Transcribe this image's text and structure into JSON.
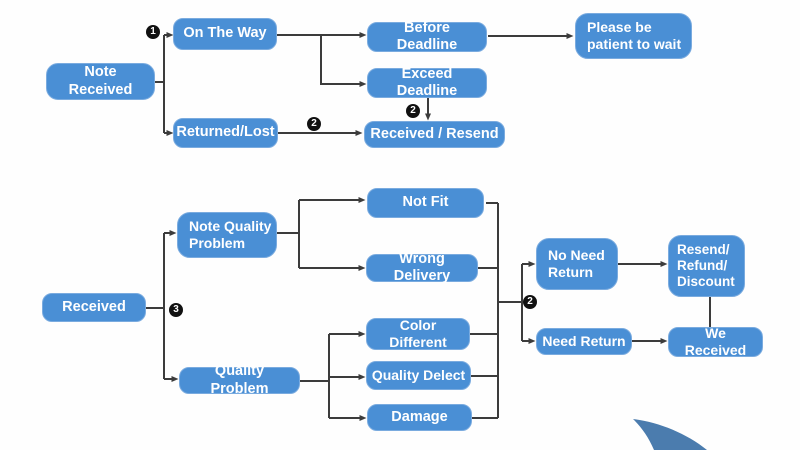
{
  "diagram_type": "flowchart",
  "colors": {
    "node_fill": "#4a8fd5",
    "node_border": "#7aabdf",
    "node_text": "#ffffff",
    "connector": "#3c3c3c",
    "badge_bg": "#111111",
    "badge_text": "#ffffff",
    "swoosh": "#4b7cae",
    "background": "#fefefe"
  },
  "nodes": {
    "note_received": {
      "label": "Note Received"
    },
    "on_the_way": {
      "label": "On The Way"
    },
    "returned_lost": {
      "label": "Returned/Lost"
    },
    "before_deadline": {
      "label": "Before Deadline"
    },
    "exceed_deadline": {
      "label": "Exceed Deadline"
    },
    "please_wait": {
      "label": "Please be patient to wait"
    },
    "received_resend": {
      "label": "Received / Resend"
    },
    "received": {
      "label": "Received"
    },
    "note_quality_problem": {
      "label": "Note Quality Problem"
    },
    "quality_problem": {
      "label": "Quality Problem"
    },
    "not_fit": {
      "label": "Not Fit"
    },
    "wrong_delivery": {
      "label": "Wrong Delivery"
    },
    "color_different": {
      "label": "Color Different"
    },
    "quality_delect": {
      "label": "Quality Delect"
    },
    "damage": {
      "label": "Damage"
    },
    "no_need_return": {
      "label": "No Need Return"
    },
    "need_return": {
      "label": "Need Return"
    },
    "resend_refund_discount": {
      "label": "Resend/ Refund/ Discount"
    },
    "we_received": {
      "label": "We Received"
    }
  },
  "badges": {
    "step1": "1",
    "step2_returned": "2",
    "step2_deadline": "2",
    "step2_branch": "2",
    "step3": "3"
  },
  "edges": [
    {
      "from": "note_received",
      "to": "on_the_way"
    },
    {
      "from": "note_received",
      "to": "returned_lost"
    },
    {
      "from": "on_the_way",
      "to": "before_deadline"
    },
    {
      "from": "on_the_way",
      "to": "exceed_deadline"
    },
    {
      "from": "before_deadline",
      "to": "please_wait"
    },
    {
      "from": "returned_lost",
      "to": "received_resend"
    },
    {
      "from": "exceed_deadline",
      "to": "received_resend"
    },
    {
      "from": "received",
      "to": "note_quality_problem"
    },
    {
      "from": "received",
      "to": "quality_problem"
    },
    {
      "from": "note_quality_problem",
      "to": "not_fit"
    },
    {
      "from": "note_quality_problem",
      "to": "wrong_delivery"
    },
    {
      "from": "quality_problem",
      "to": "color_different"
    },
    {
      "from": "quality_problem",
      "to": "quality_delect"
    },
    {
      "from": "quality_problem",
      "to": "damage"
    },
    {
      "from": "not_fit",
      "to": "no_need_return"
    },
    {
      "from": "not_fit",
      "to": "need_return"
    },
    {
      "from": "wrong_delivery",
      "to": "no_need_return"
    },
    {
      "from": "wrong_delivery",
      "to": "need_return"
    },
    {
      "from": "color_different",
      "to": "no_need_return"
    },
    {
      "from": "color_different",
      "to": "need_return"
    },
    {
      "from": "quality_delect",
      "to": "no_need_return"
    },
    {
      "from": "quality_delect",
      "to": "need_return"
    },
    {
      "from": "damage",
      "to": "no_need_return"
    },
    {
      "from": "damage",
      "to": "need_return"
    },
    {
      "from": "no_need_return",
      "to": "resend_refund_discount"
    },
    {
      "from": "need_return",
      "to": "we_received"
    },
    {
      "from": "resend_refund_discount",
      "to": "we_received"
    }
  ]
}
